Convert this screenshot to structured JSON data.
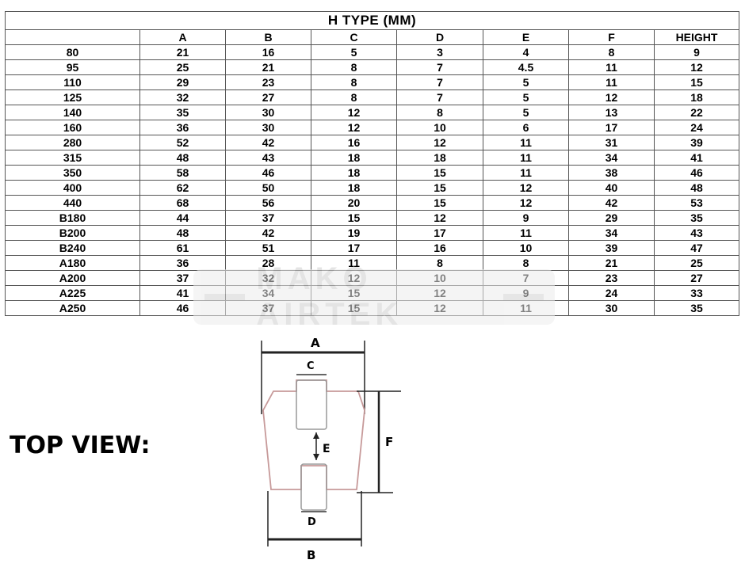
{
  "table": {
    "title": "H TYPE  (MM)",
    "headers": [
      "",
      "A",
      "B",
      "C",
      "D",
      "E",
      "F",
      "HEIGHT"
    ],
    "rows": [
      [
        "80",
        "21",
        "16",
        "5",
        "3",
        "4",
        "8",
        "9"
      ],
      [
        "95",
        "25",
        "21",
        "8",
        "7",
        "4.5",
        "11",
        "12"
      ],
      [
        "110",
        "29",
        "23",
        "8",
        "7",
        "5",
        "11",
        "15"
      ],
      [
        "125",
        "32",
        "27",
        "8",
        "7",
        "5",
        "12",
        "18"
      ],
      [
        "140",
        "35",
        "30",
        "12",
        "8",
        "5",
        "13",
        "22"
      ],
      [
        "160",
        "36",
        "30",
        "12",
        "10",
        "6",
        "17",
        "24"
      ],
      [
        "280",
        "52",
        "42",
        "16",
        "12",
        "11",
        "31",
        "39"
      ],
      [
        "315",
        "48",
        "43",
        "18",
        "18",
        "11",
        "34",
        "41"
      ],
      [
        "350",
        "58",
        "46",
        "18",
        "15",
        "11",
        "38",
        "46"
      ],
      [
        "400",
        "62",
        "50",
        "18",
        "15",
        "12",
        "40",
        "48"
      ],
      [
        "440",
        "68",
        "56",
        "20",
        "15",
        "12",
        "42",
        "53"
      ],
      [
        "B180",
        "44",
        "37",
        "15",
        "12",
        "9",
        "29",
        "35"
      ],
      [
        "B200",
        "48",
        "42",
        "19",
        "17",
        "11",
        "34",
        "43"
      ],
      [
        "B240",
        "61",
        "51",
        "17",
        "16",
        "10",
        "39",
        "47"
      ],
      [
        "A180",
        "36",
        "28",
        "11",
        "8",
        "8",
        "21",
        "25"
      ],
      [
        "A200",
        "37",
        "32",
        "12",
        "10",
        "7",
        "23",
        "27"
      ],
      [
        "A225",
        "41",
        "34",
        "15",
        "12",
        "9",
        "24",
        "33"
      ],
      [
        "A250",
        "46",
        "37",
        "15",
        "12",
        "11",
        "30",
        "35"
      ]
    ]
  },
  "watermark": {
    "text": "MAKO AIRTEK"
  },
  "top_view_label": "TOP VIEW:",
  "diagram": {
    "label_a": "A",
    "label_b": "B",
    "label_c": "C",
    "label_d": "D",
    "label_e": "E",
    "label_f": "F"
  }
}
